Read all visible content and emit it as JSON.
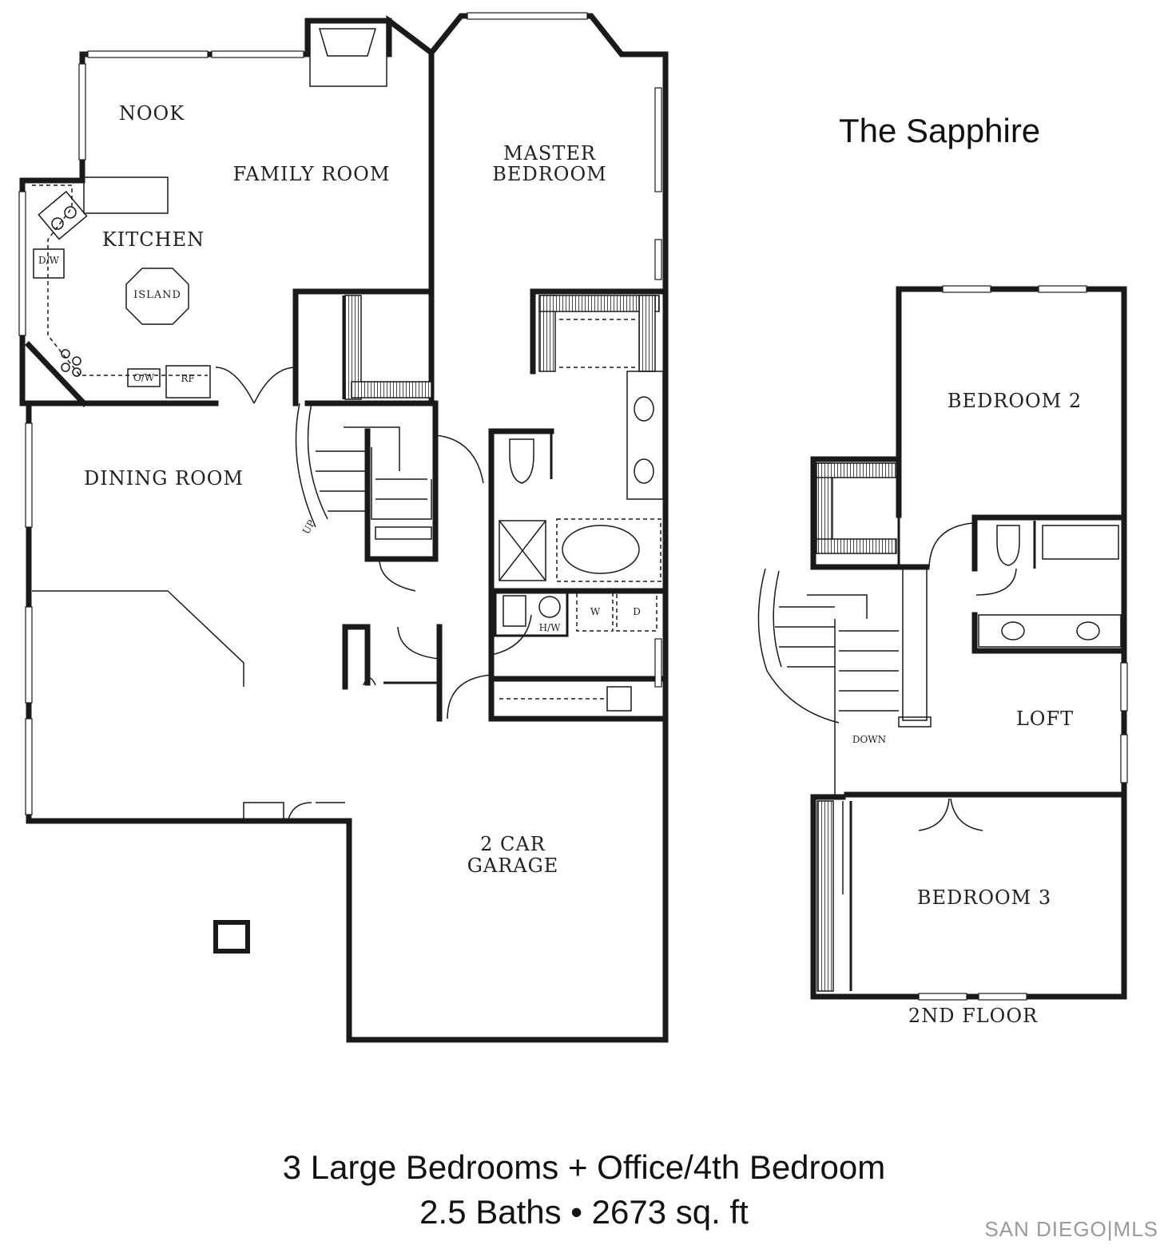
{
  "title": "The Sapphire",
  "first_floor": {
    "rooms": {
      "nook": "NOOK",
      "family_room": "FAMILY ROOM",
      "master_bedroom_1": "MASTER",
      "master_bedroom_2": "BEDROOM",
      "kitchen": "KITCHEN",
      "island": "ISLAND",
      "dining_room": "DINING ROOM",
      "garage_1": "2 CAR",
      "garage_2": "GARAGE"
    },
    "fixtures": {
      "dw": "D/W",
      "ref": "RF",
      "oven": "O/W",
      "water_heater": "H/W",
      "washer": "W",
      "dryer": "D",
      "up": "UP"
    }
  },
  "second_floor": {
    "label": "2ND FLOOR",
    "rooms": {
      "bedroom_2": "BEDROOM 2",
      "bedroom_3": "BEDROOM 3",
      "loft": "LOFT",
      "down": "DOWN"
    }
  },
  "summary": {
    "line1": "3 Large Bedrooms + Office/4th Bedroom",
    "line2": "2.5 Baths • 2673 sq. ft"
  },
  "watermark": "SAN DIEGO|MLS"
}
